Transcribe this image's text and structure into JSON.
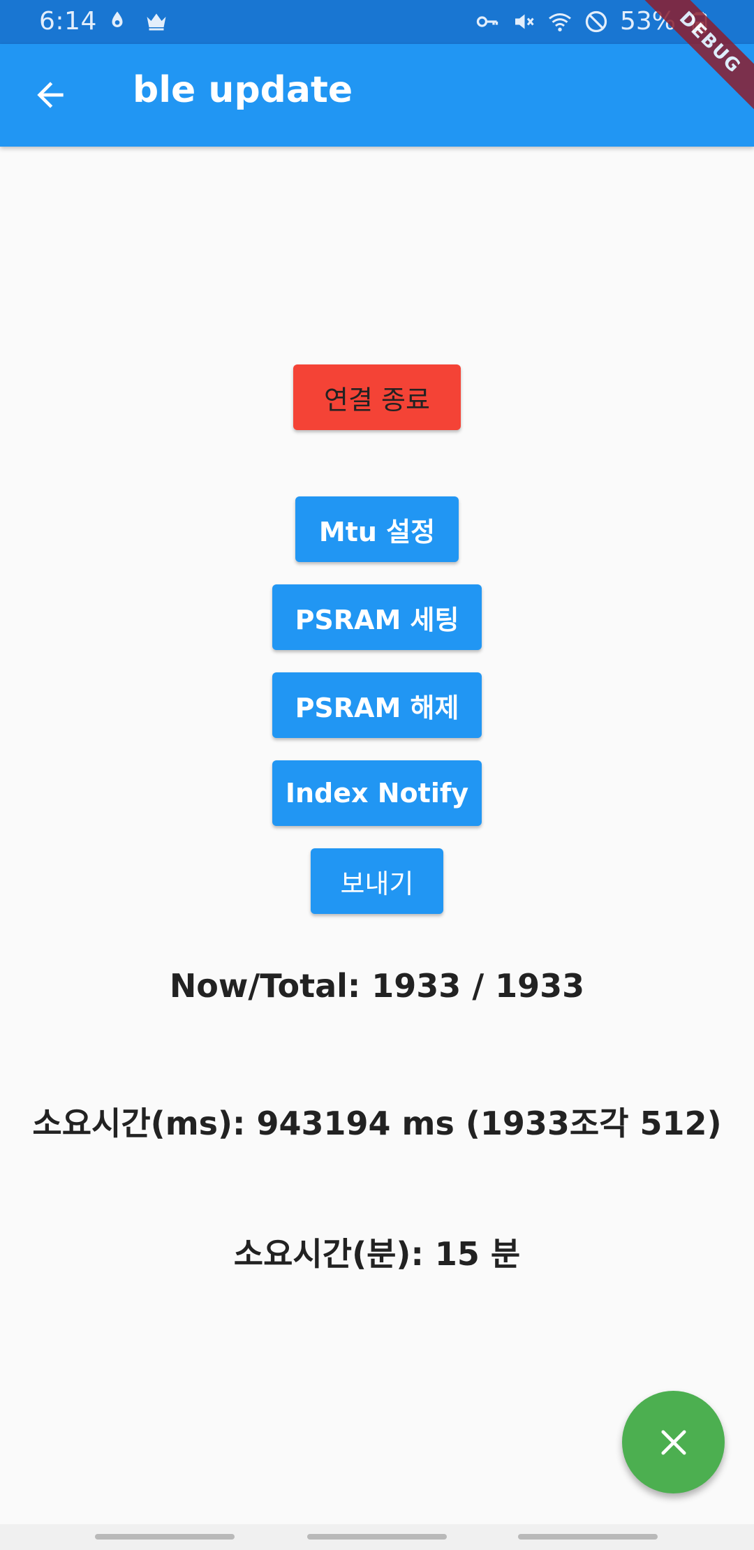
{
  "status_bar": {
    "time": "6:14",
    "battery": "53%",
    "left_icons": [
      "drop-icon",
      "crown-icon"
    ],
    "right_icons": [
      "key-icon",
      "mute-icon",
      "wifi-icon",
      "do-not-disturb-icon",
      "battery-icon"
    ]
  },
  "app_bar": {
    "title": "ble update",
    "back_icon": "arrow-left-icon",
    "color": "#2196f3"
  },
  "debug_banner": "DEBUG",
  "buttons": {
    "disconnect": "연결 종료",
    "mtu": "Mtu 설정",
    "psram_set": "PSRAM 세팅",
    "psram_release": "PSRAM 해제",
    "index_notify": "Index Notify",
    "send": "보내기"
  },
  "info": {
    "progress": "Now/Total: 1933 / 1933",
    "elapsed_ms": "소요시간(ms): 943194 ms (1933조각 512)",
    "elapsed_min": "소요시간(분): 15 분"
  },
  "fab": {
    "icon": "close-icon",
    "color": "#4caf50"
  },
  "colors": {
    "primary": "#2196f3",
    "status_bar": "#1976d2",
    "danger": "#f44336",
    "success": "#4caf50"
  }
}
